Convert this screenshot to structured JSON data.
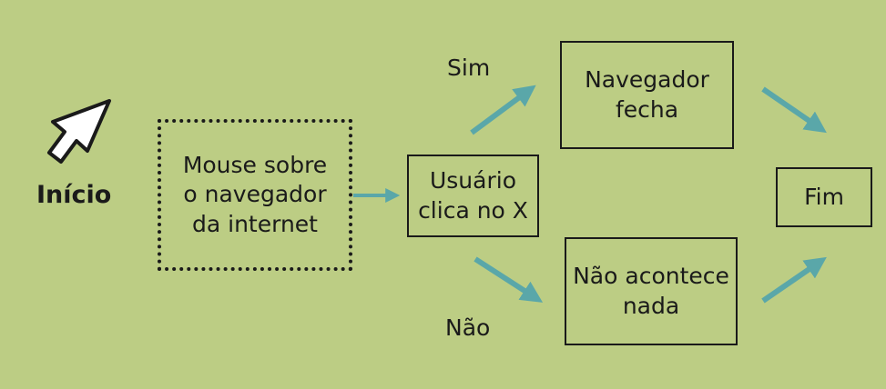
{
  "colors": {
    "background": "#bccd84",
    "arrow": "#5aa7a9",
    "ink": "#1a1a1a"
  },
  "start": {
    "label": "Início",
    "icon": "mouse-pointer-icon"
  },
  "nodes": {
    "mouse_over": "Mouse sobre\no navegador\nda internet",
    "user_clicks": "Usuário\nclica no X",
    "browser_closes": "Navegador\nfecha",
    "nothing_happens": "Não acontece\nnada",
    "end": "Fim"
  },
  "branches": {
    "yes": "Sim",
    "no": "Não"
  }
}
